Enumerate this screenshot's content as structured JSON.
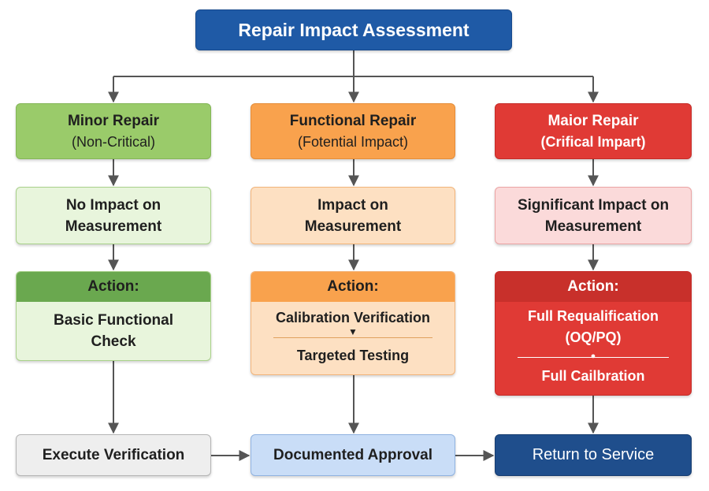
{
  "title": "Repair Impact Assessment",
  "columns": [
    {
      "header_line1": "Minor Repair",
      "header_line2": "(Non-Critical)",
      "impact_line1": "No Impact on",
      "impact_line2": "Measurement",
      "action_label": "Action:",
      "action_line1": "Basic Functional",
      "action_line2": "Check"
    },
    {
      "header_line1": "Functional Repair",
      "header_line2": "(Fotential Impact)",
      "impact_line1": "Impact on",
      "impact_line2": "Measurement",
      "action_label": "Action:",
      "action_step1": "Calibration Verification",
      "action_step2": "Targeted Testing"
    },
    {
      "header_line1": "Maior Repair",
      "header_line2": "(Crifical Impart)",
      "impact_line1": "Significant Impact on",
      "impact_line2": "Measurement",
      "action_label": "Action:",
      "action_step1_line1": "Full Requalification",
      "action_step1_line2": "(OQ/PQ)",
      "action_step2": "Full Cailbration"
    }
  ],
  "bottom": {
    "step1": "Execute Verification",
    "step2": "Documented Approval",
    "step3": "Return to Service"
  },
  "colors": {
    "title_bg": "#1f5aa6",
    "minor": "#9acb6a",
    "functional": "#f9a24d",
    "major": "#e03a35",
    "return_bg": "#1f4e8c",
    "connector": "#555555"
  }
}
